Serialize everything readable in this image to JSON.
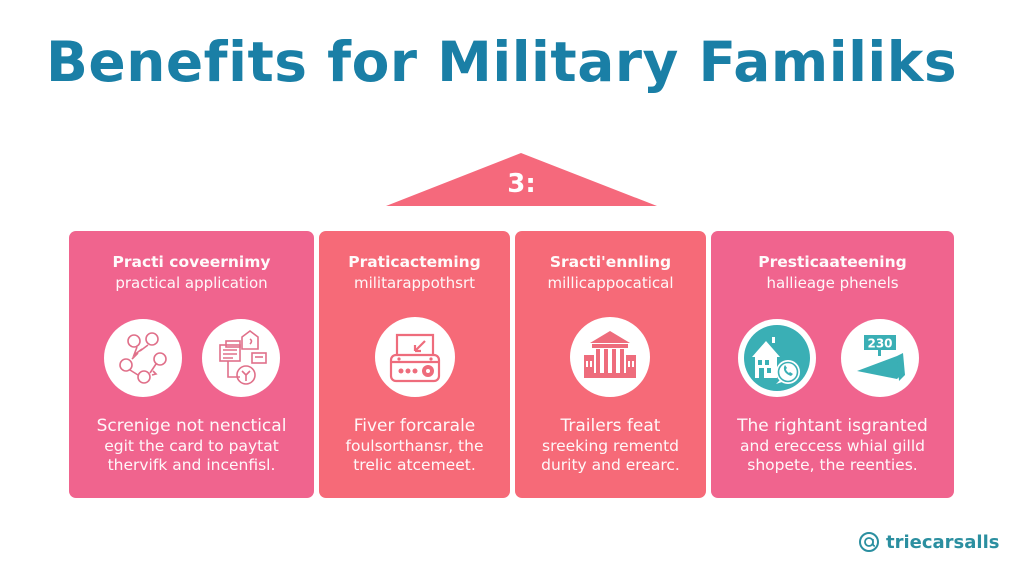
{
  "header": {
    "title": "Benefits for Military Familiks"
  },
  "pointer": {
    "label": "3:",
    "color": "#F5697C"
  },
  "cards": [
    {
      "title": "Practi coveernimy",
      "subtitle": "practical application",
      "body": [
        "Screnige not nenctical",
        "egit the card to paytat",
        "thervifk and incenfisl."
      ],
      "color": "#F0648E",
      "icons": [
        "people-network-icon",
        "documents-clock-icon"
      ]
    },
    {
      "title": "Praticacteming",
      "subtitle": "militarappothsrt",
      "body": [
        "Fiver forcarale",
        "foulsorthansr, the",
        "trelic atcemeet."
      ],
      "color": "#F66A78",
      "icons": [
        "radio-device-icon"
      ]
    },
    {
      "title": "Sracti'ennling",
      "subtitle": "millicappocatical",
      "body": [
        "Trailers feat",
        "sreeking rementd",
        "durity and erearc."
      ],
      "color": "#F66A78",
      "icons": [
        "government-building-icon"
      ]
    },
    {
      "title": "Presticaateening",
      "subtitle": "hallieage phenels",
      "body": [
        "The rightant isgranted",
        "and ereccess whial gilld",
        "shopete, the reenties."
      ],
      "color": "#F0648E",
      "icons": [
        "house-phone-icon",
        "megaphone-sign-icon"
      ],
      "sign_number": "230"
    }
  ],
  "footer": {
    "handle": "triecarsalls",
    "at_symbol": "@"
  },
  "colors": {
    "title": "#1A7FA6",
    "accent_teal": "#3AAFB5",
    "card_pink": "#F0648E",
    "card_coral": "#F66A78"
  }
}
